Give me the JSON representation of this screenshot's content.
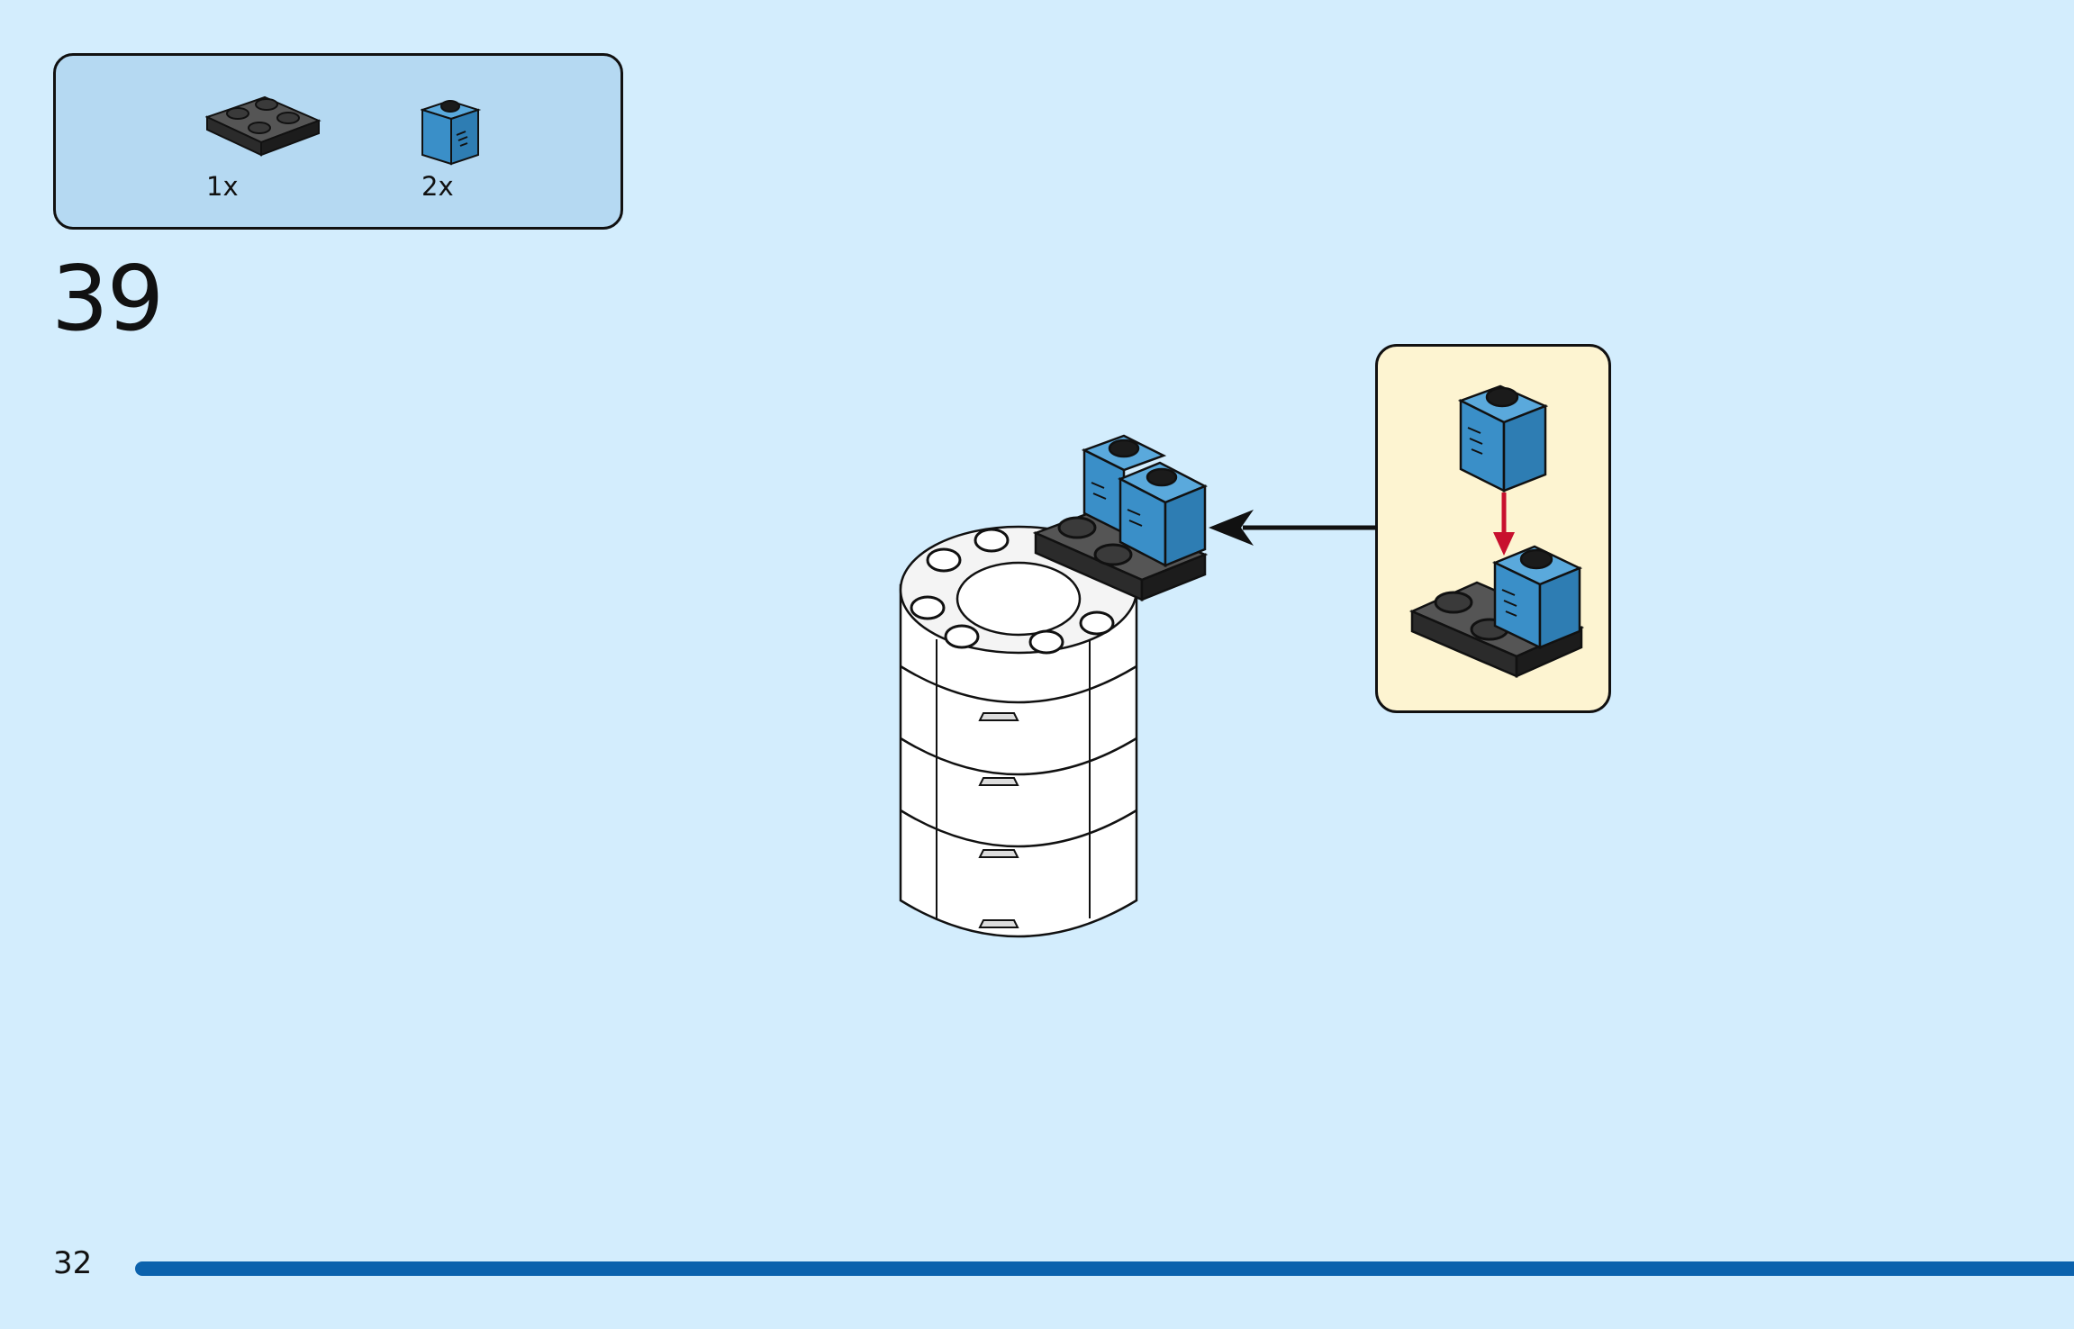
{
  "parts_list": {
    "items": [
      {
        "icon": "dark-gray-2x2-plate-icon",
        "qty": "1x",
        "color": "#3a3a3a"
      },
      {
        "icon": "blue-1x1-printed-brick-icon",
        "qty": "2x",
        "color": "#3a8fc8"
      }
    ]
  },
  "step": {
    "number": "39"
  },
  "page": {
    "number": "32",
    "accent": "#0b62ad"
  },
  "colors": {
    "background": "#d3edfd",
    "parts_box": "#b5d9f2",
    "callout_box": "#fdf4d1",
    "arrow_red": "#c8102e"
  }
}
